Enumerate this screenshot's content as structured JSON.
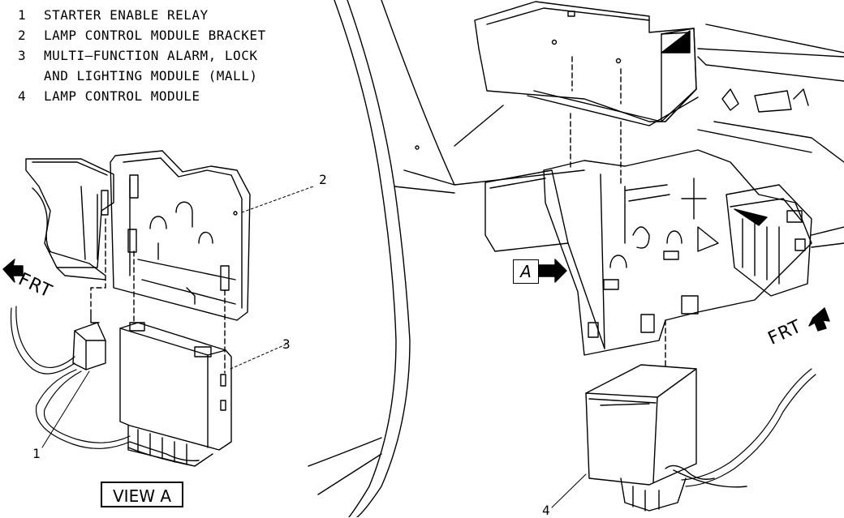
{
  "legend": [
    {
      "num": "1",
      "text": "STARTER ENABLE RELAY"
    },
    {
      "num": "2",
      "text": "LAMP CONTROL MODULE BRACKET"
    },
    {
      "num": "3",
      "text": "MULTI–FUNCTION ALARM, LOCK"
    },
    {
      "num": "",
      "text": "AND LIGHTING MODULE (MALL)"
    },
    {
      "num": "4",
      "text": "LAMP CONTROL MODULE"
    }
  ],
  "callouts": {
    "c1": "1",
    "c2": "2",
    "c3": "3",
    "c4": "4"
  },
  "frt_left": "FRT",
  "frt_right": "FRT",
  "view_label": "VIEW A",
  "view_marker": "A"
}
